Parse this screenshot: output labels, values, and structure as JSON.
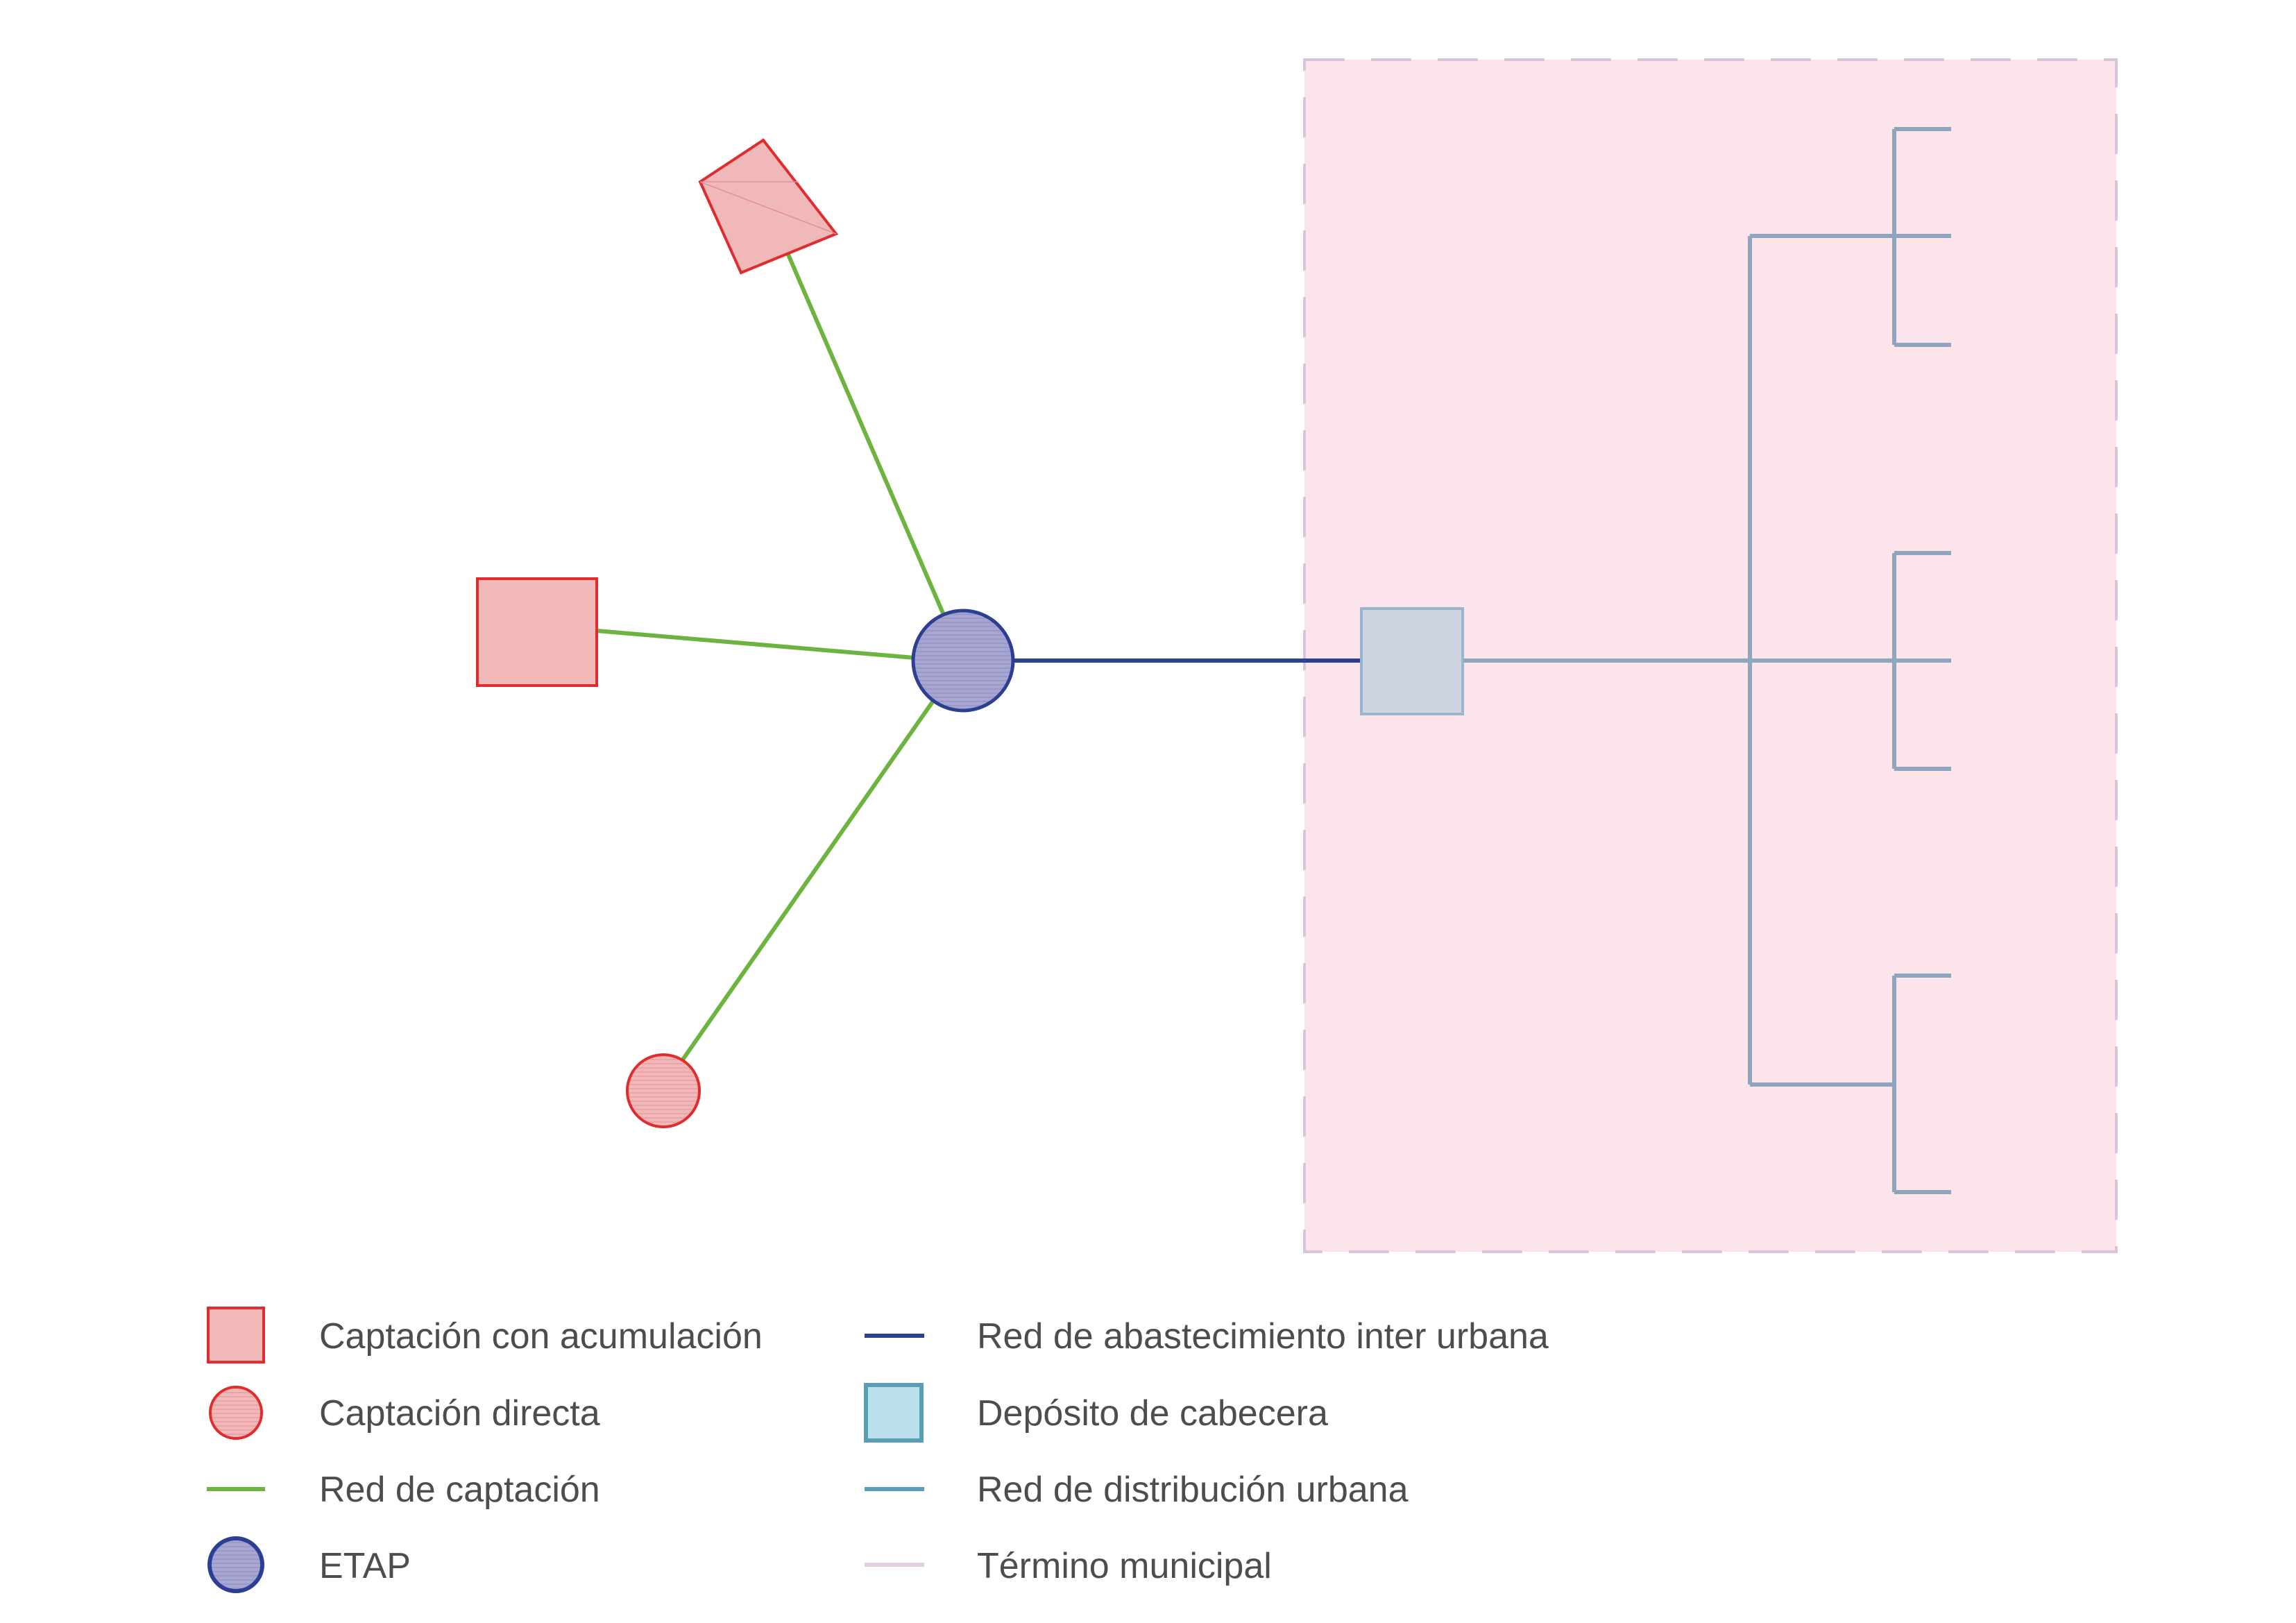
{
  "diagram": {
    "nodes": {
      "captacion_acumulacion_rotated": {
        "type": "captacion-con-acumulacion"
      },
      "captacion_acumulacion": {
        "type": "captacion-con-acumulacion"
      },
      "captacion_directa": {
        "type": "captacion-directa"
      },
      "etap": {
        "type": "etap"
      },
      "deposito": {
        "type": "deposito-de-cabecera"
      }
    },
    "colors": {
      "captacion_fill": "#f0b8b9",
      "captacion_stroke": "#e02c2c",
      "red_captacion": "#6cb43f",
      "etap_fill": "#a7a6d0",
      "etap_stroke": "#2d3f93",
      "red_inter_urbana": "#2d3f93",
      "deposito_fill": "#cfd4e2",
      "deposito_stroke": "#98b6cf",
      "deposito_legend_fill": "#b9e0ec",
      "deposito_legend_stroke": "#5a9db6",
      "red_distribucion": "#8fa5bf",
      "red_distribucion_legend": "#5a9db6",
      "termino_fill": "#fbe4ea",
      "termino_stroke": "#d9c3dd"
    }
  },
  "legend": {
    "items": [
      {
        "label": "Captación con acumulación",
        "symbol": "square-red-icon"
      },
      {
        "label": "Captación directa",
        "symbol": "circle-red-icon"
      },
      {
        "label": "Red de captación",
        "symbol": "green-line-icon"
      },
      {
        "label": "ETAP",
        "symbol": "circle-blue-icon"
      },
      {
        "label": "Red de abastecimiento inter urbana",
        "symbol": "navy-line-icon"
      },
      {
        "label": "Depósito de cabecera",
        "symbol": "square-lightblue-icon"
      },
      {
        "label": "Red de distribución urbana",
        "symbol": "teal-line-icon"
      },
      {
        "label": "Término municipal",
        "symbol": "pink-line-icon"
      }
    ]
  }
}
